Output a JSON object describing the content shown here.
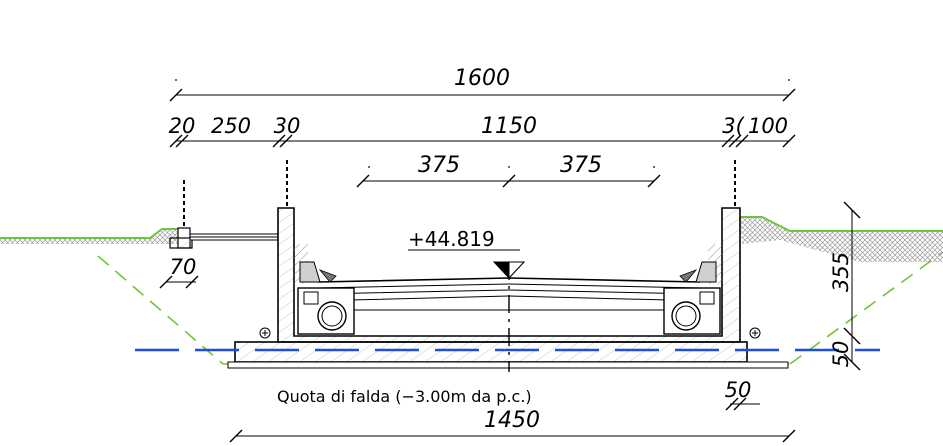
{
  "colors": {
    "line": "#000000",
    "ground": "#6dc53a",
    "excavation": "#6dc53a",
    "water_table": "#1f4fd6",
    "hatch": "#9a9a9a"
  },
  "dimensions": {
    "overall_top": "1600",
    "left_a": "20",
    "left_b": "250",
    "left_c": "30",
    "carriageway": "1150",
    "right_a": "3(",
    "right_b": "100",
    "lane_left": "375",
    "lane_right": "375",
    "footing_left": "70",
    "height_total": "355",
    "height_base": "50",
    "right_small": "50",
    "overall_bottom": "1450"
  },
  "level_mark": "+44.819",
  "water_note": "Quota di falda (−3.00m da p.c.)"
}
